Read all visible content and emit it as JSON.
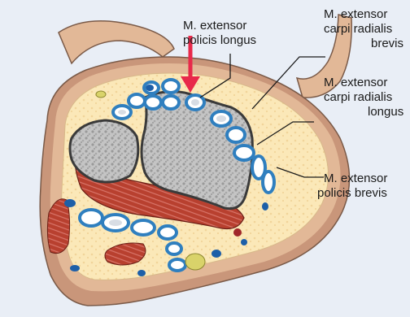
{
  "labels": {
    "epl": {
      "line1": "M. extensor",
      "line2": "policis longus"
    },
    "ecrb": {
      "line1": "M. extensor",
      "line2": "carpi radialis",
      "line3": "brevis"
    },
    "ecrl": {
      "line1": "M. extensor",
      "line2": "carpi radialis",
      "line3": "longus"
    },
    "epb": {
      "line1": "M. extensor",
      "line2": "policis brevis"
    }
  },
  "colors": {
    "background": "#e9eef6",
    "skin": "#e2b897",
    "skin_shadow": "#c9967a",
    "fat": "#fbe8b8",
    "bone": "#bfbfbf",
    "muscle": "#b8402f",
    "tendon_sheath": "#2f7fbf",
    "tendon": "#ffffff",
    "arrow": "#e8294a",
    "vessel": "#1d5fa8",
    "nerve": "#d9d36a"
  }
}
